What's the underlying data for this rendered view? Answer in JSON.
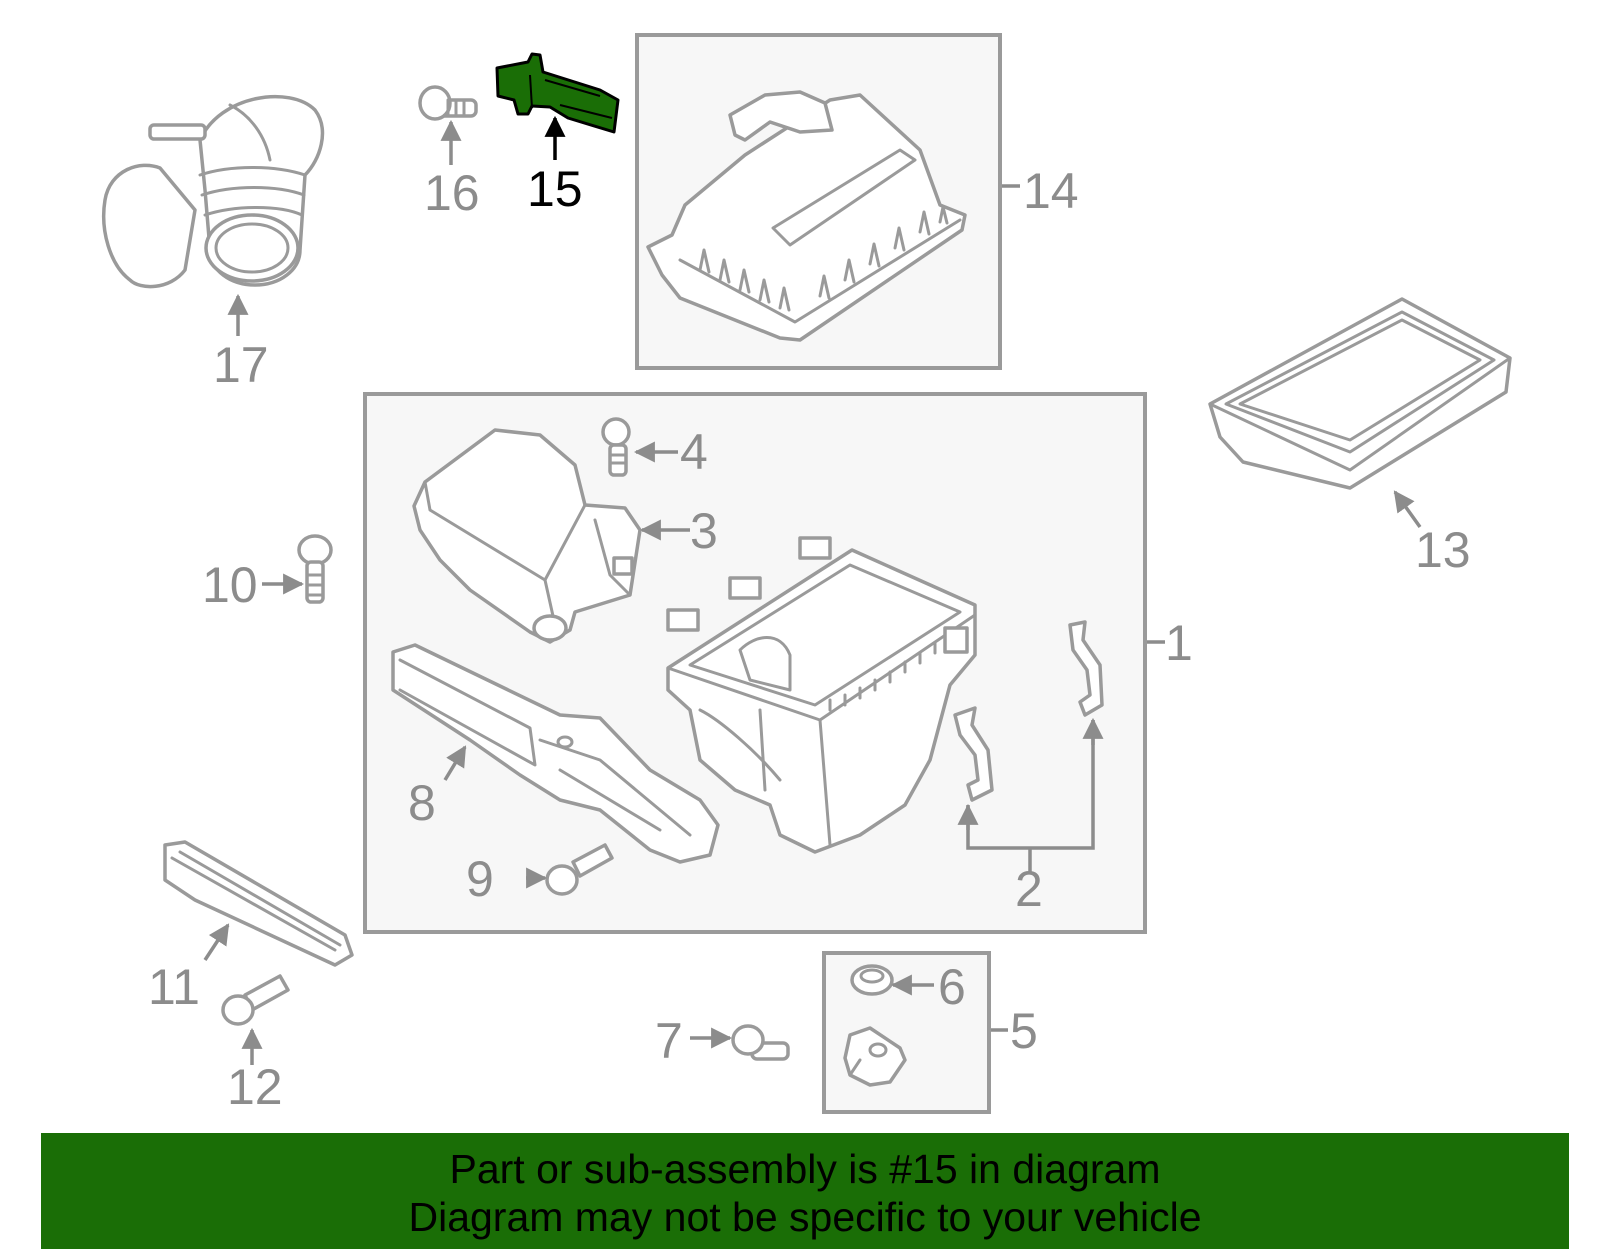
{
  "colors": {
    "highlight": "#1a6e06",
    "line_art": "#9a9a9a",
    "callout_text": "#8c8c8c",
    "highlighted_callout": "#000000",
    "banner_background": "#1a6e06"
  },
  "callouts": {
    "c1": "1",
    "c2": "2",
    "c3": "3",
    "c4": "4",
    "c5": "5",
    "c6": "6",
    "c7": "7",
    "c8": "8",
    "c9": "9",
    "c10": "10",
    "c11": "11",
    "c12": "12",
    "c13": "13",
    "c14": "14",
    "c15": "15",
    "c16": "16",
    "c17": "17"
  },
  "highlighted_part": "15",
  "banner": {
    "line1": "Part or sub-assembly is #15 in diagram",
    "line2": "Diagram may not be specific to your vehicle"
  }
}
